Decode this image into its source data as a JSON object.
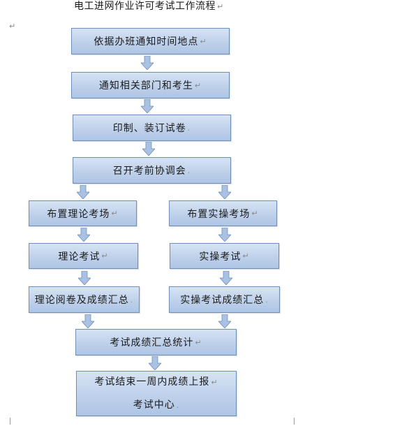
{
  "title": "电工进网作业许可考试工作流程",
  "paragraph_mark": "↵",
  "steps": {
    "s1": "依据办班通知时间地点",
    "s2": "通知相关部门和考生",
    "s3": "印制、装订试卷",
    "s4": "召开考前协调会",
    "left1": "布置理论考场",
    "right1": "布置实操考场",
    "left2": "理论考试",
    "right2": "实操考试",
    "left3": "理论阅卷及成绩汇总",
    "right3": "实操考试成绩汇总",
    "s5": "考试成绩汇总统计",
    "s6_line1": "考试结束一周内成绩上报",
    "s6_line2": "考试中心"
  },
  "colors": {
    "box_fill": "#bfd1ea",
    "box_border": "#6f8fb6",
    "arrow_fill": "#a9c2e3"
  }
}
